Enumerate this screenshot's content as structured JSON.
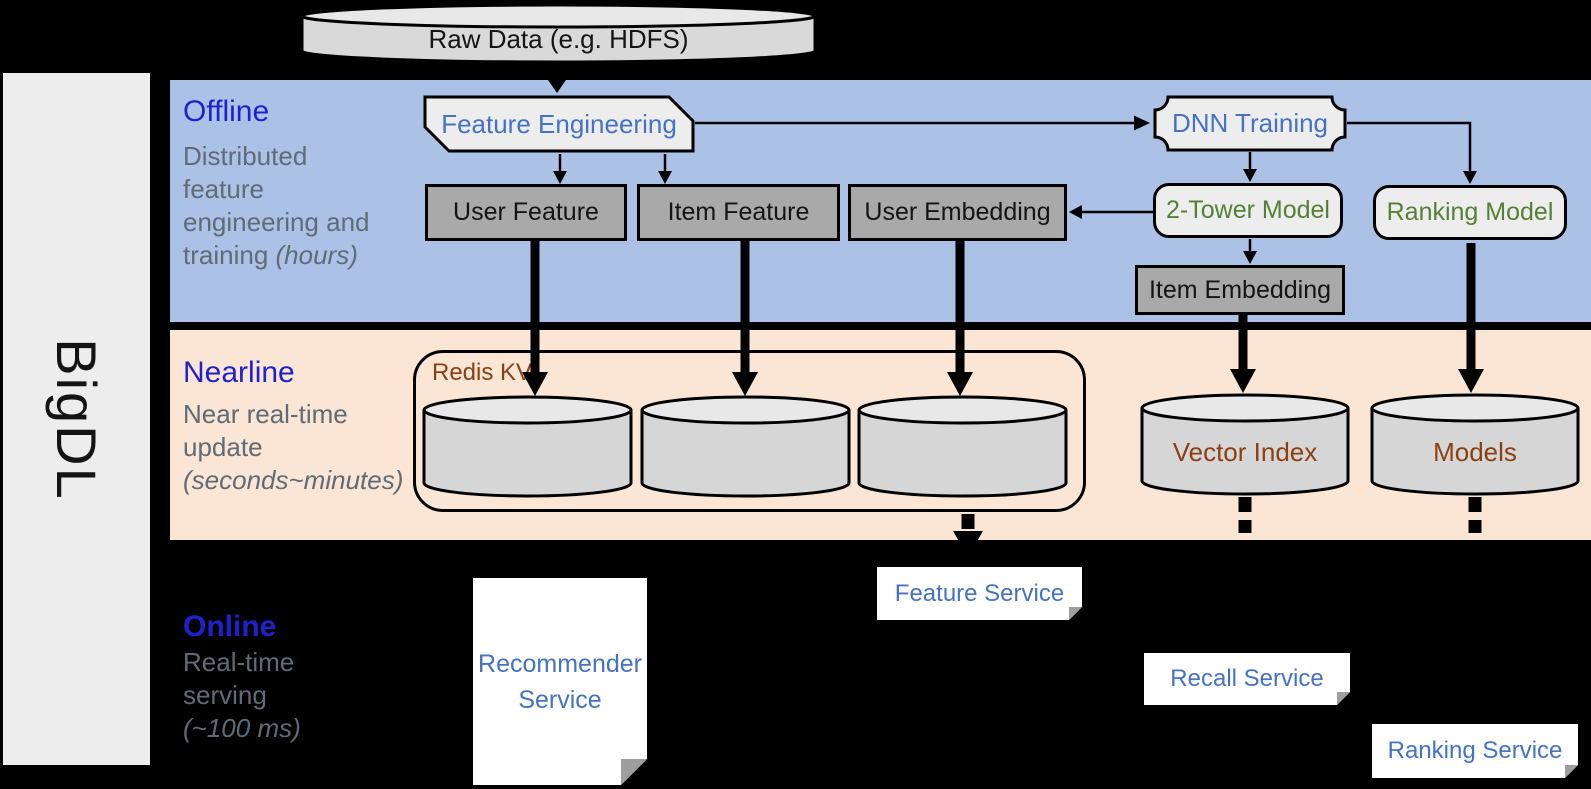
{
  "diagram": {
    "sidebar_label": "BigDL",
    "sections": {
      "offline": {
        "title": "Offline",
        "line1": "Distributed",
        "line2": "feature",
        "line3": "engineering and",
        "line4_normal": "training ",
        "line4_italic": "(hours)"
      },
      "nearline": {
        "title": "Nearline",
        "line1": "Near real-time",
        "line2": "update",
        "line3_italic": "(seconds~minutes)"
      },
      "online": {
        "title": "Online",
        "line1": "Real-time",
        "line2": "serving",
        "line3_italic": "(~100 ms)"
      }
    },
    "nodes": {
      "raw_data": "Raw Data (e.g. HDFS)",
      "feature_engineering": "Feature Engineering",
      "dnn_training": "DNN Training",
      "user_feature": "User Feature",
      "item_feature": "Item Feature",
      "user_embedding": "User Embedding",
      "two_tower_model": "2-Tower Model",
      "ranking_model": "Ranking Model",
      "item_embedding": "Item Embedding",
      "redis_kv": "Redis KV",
      "vector_index": "Vector Index",
      "models": "Models",
      "recommender_service": "Recommender Service",
      "feature_service": "Feature Service",
      "recall_service": "Recall Service",
      "ranking_service": "Ranking Service"
    },
    "colors": {
      "background": "#000000",
      "offline_band": "#acc1e6",
      "nearline_band": "#fbe5d4",
      "sidebar_bg": "#ededed",
      "section_title_blue": "#1e22cc",
      "desc_gray": "#5f6b76",
      "node_blue_text": "#4472c4",
      "node_green_text": "#538135",
      "node_brown_text": "#8c3f12",
      "gray_box_fill": "#a9a9a9",
      "light_shape_fill": "#ededed",
      "cylinder_fill": "#d6d6d6"
    }
  }
}
